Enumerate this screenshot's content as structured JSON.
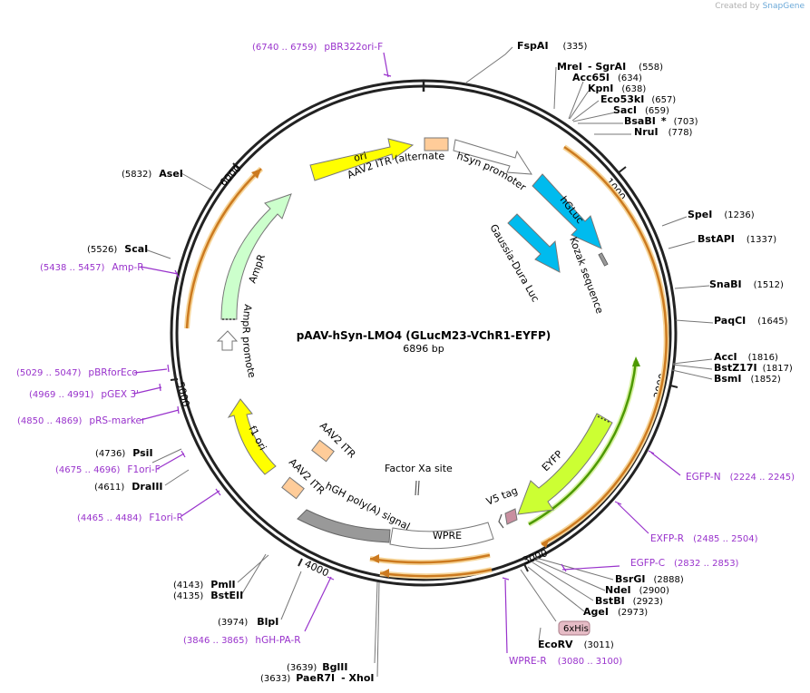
{
  "credit": {
    "prefix": "Created by",
    "brand": "SnapGene"
  },
  "plasmid": {
    "name": "pAAV-hSyn-LMO4 (GLucM23-VChR1-EYFP)",
    "length": 6896,
    "length_label": "6896 bp"
  },
  "ticks": [
    "1000",
    "2000",
    "3000",
    "4000",
    "5000",
    "6000"
  ],
  "colors": {
    "ring": "#222222",
    "site_label": "#000000",
    "primer": "#9933cc",
    "ori": "#ffff00",
    "itr": "#ffcc99",
    "promoter": "#ffffff",
    "gluc": "#00bbee",
    "eyfp": "#ccff33",
    "ampr": "#ccffcc",
    "polyA": "#999999",
    "orange_track": "#cc7a1f",
    "green_track": "#4d9900",
    "tag": "#c98fa0"
  },
  "sites": [
    {
      "id": "fspai",
      "name": "FspAI",
      "pos": "(335)"
    },
    {
      "id": "mrei",
      "name": "MreI",
      "extra": "- SgrAI",
      "pos": "(558)"
    },
    {
      "id": "acc65i",
      "name": "Acc65I",
      "pos": "(634)"
    },
    {
      "id": "kpni",
      "name": "KpnI",
      "pos": "(638)"
    },
    {
      "id": "eco53ki",
      "name": "Eco53kI",
      "pos": "(657)"
    },
    {
      "id": "saci",
      "name": "SacI",
      "pos": "(659)"
    },
    {
      "id": "bsabi",
      "name": "BsaBI",
      "extra": "*",
      "pos": "(703)"
    },
    {
      "id": "nrui",
      "name": "NruI",
      "pos": "(778)"
    },
    {
      "id": "spei",
      "name": "SpeI",
      "pos": "(1236)"
    },
    {
      "id": "bstapi",
      "name": "BstAPI",
      "pos": "(1337)"
    },
    {
      "id": "snabi",
      "name": "SnaBI",
      "pos": "(1512)"
    },
    {
      "id": "paqci",
      "name": "PaqCI",
      "pos": "(1645)"
    },
    {
      "id": "acci",
      "name": "AccI",
      "pos": "(1816)"
    },
    {
      "id": "bstz17i",
      "name": "BstZ17I",
      "pos": "(1817)"
    },
    {
      "id": "bsmi",
      "name": "BsmI",
      "pos": "(1852)"
    },
    {
      "id": "bsrgi",
      "name": "BsrGI",
      "pos": "(2888)"
    },
    {
      "id": "ndei",
      "name": "NdeI",
      "pos": "(2900)"
    },
    {
      "id": "bstbi",
      "name": "BstBI",
      "pos": "(2923)"
    },
    {
      "id": "agei",
      "name": "AgeI",
      "pos": "(2973)"
    },
    {
      "id": "ecorv",
      "name": "EcoRV",
      "pos": "(3011)"
    },
    {
      "id": "bglii",
      "name": "BglII",
      "pos": "(3639)"
    },
    {
      "id": "paer7i",
      "name": "PaeR7I",
      "extra": "- XhoI",
      "pos": "(3633)"
    },
    {
      "id": "blpi",
      "name": "BlpI",
      "pos": "(3974)"
    },
    {
      "id": "pmli",
      "name": "PmlI",
      "pos": "(4143)"
    },
    {
      "id": "bsteii",
      "name": "BstEII",
      "pos": "(4135)"
    },
    {
      "id": "drai",
      "name": "DraIII",
      "pos": "(4611)"
    },
    {
      "id": "psii",
      "name": "PsiI",
      "pos": "(4736)"
    },
    {
      "id": "scai",
      "name": "ScaI",
      "pos": "(5526)"
    },
    {
      "id": "asei",
      "name": "AseI",
      "pos": "(5832)"
    }
  ],
  "primers": [
    {
      "id": "pbr322ori",
      "name": "pBR322ori-F",
      "range": "(6740 .. 6759)"
    },
    {
      "id": "ampr_p",
      "name": "Amp-R",
      "range": "(5438 .. 5457)"
    },
    {
      "id": "pbrforeco",
      "name": "pBRforEco",
      "range": "(5029 .. 5047)"
    },
    {
      "id": "pgex3",
      "name": "pGEX 3'",
      "range": "(4969 .. 4991)"
    },
    {
      "id": "prs",
      "name": "pRS-marker",
      "range": "(4850 .. 4869)"
    },
    {
      "id": "f1orif",
      "name": "F1ori-F",
      "range": "(4675 .. 4696)"
    },
    {
      "id": "f1orir",
      "name": "F1ori-R",
      "range": "(4465 .. 4484)"
    },
    {
      "id": "hghpar",
      "name": "hGH-PA-R",
      "range": "(3846 .. 3865)"
    },
    {
      "id": "wprer",
      "name": "WPRE-R",
      "range": "(3080 .. 3100)"
    },
    {
      "id": "egfpc",
      "name": "EGFP-C",
      "range": "(2832 .. 2853)"
    },
    {
      "id": "exfpr",
      "name": "EXFP-R",
      "range": "(2485 .. 2504)"
    },
    {
      "id": "egfpn",
      "name": "EGFP-N",
      "range": "(2224 .. 2245)"
    }
  ],
  "features": {
    "ori": "ori",
    "itr_alt": "AAV2 ITR (alternate)",
    "hsyn": "hSyn promoter",
    "hgluc": "hGLuc",
    "kozak": "Kozak sequence",
    "gaussia": "Gaussia-Dura Luc",
    "eyfp": "EYFP",
    "v5": "V5 tag",
    "his": "6xHis",
    "wpre": "WPRE",
    "hgh": "hGH poly(A) signal",
    "factorxa": "Factor Xa site",
    "itr1": "AAV2 ITR",
    "itr2": "AAV2 ITR",
    "f1ori": "f1 ori",
    "ampr": "AmpR",
    "ampr_prom": "AmpR promoter"
  }
}
